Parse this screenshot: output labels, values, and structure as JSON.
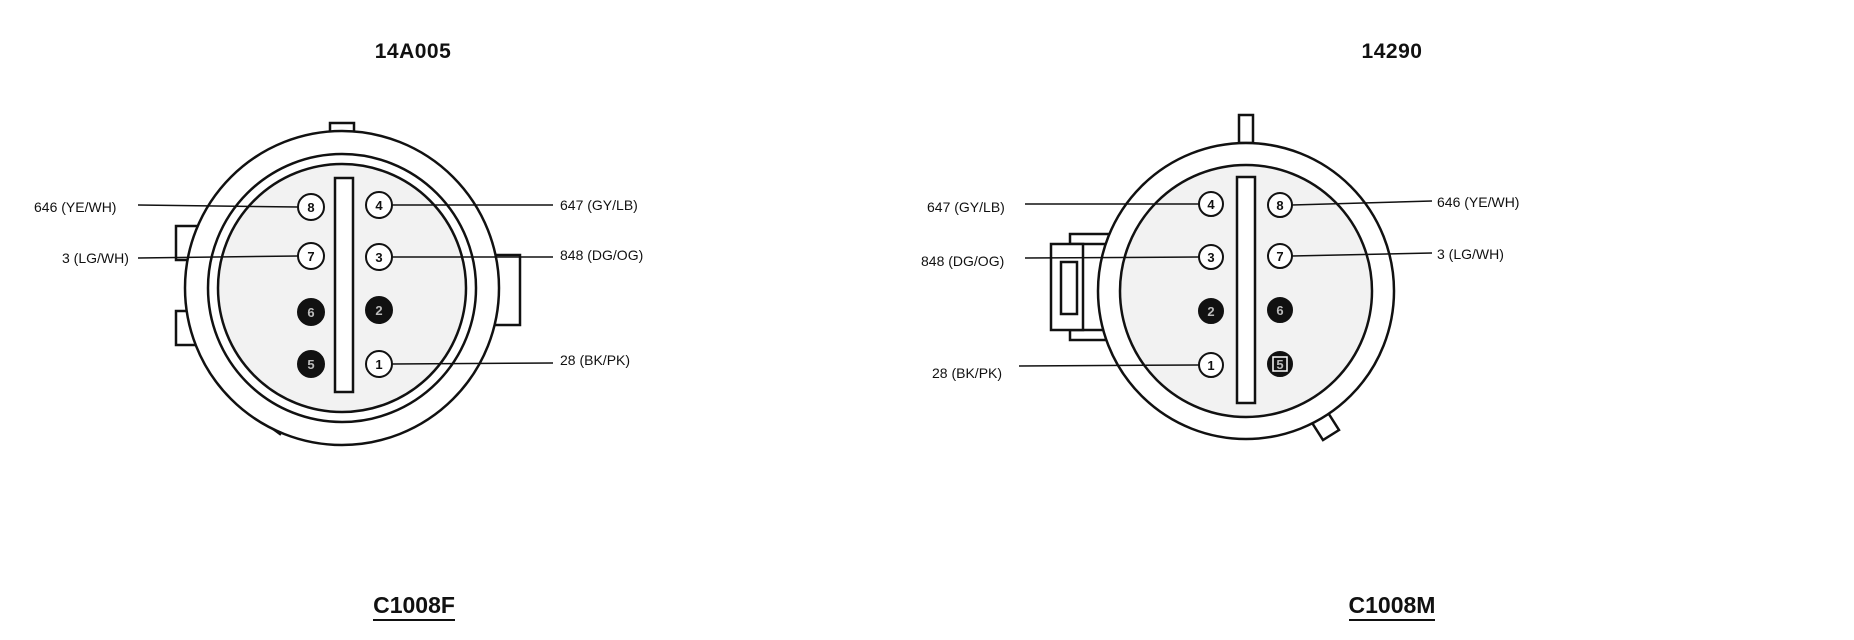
{
  "connectors": [
    {
      "part_number": "14A005",
      "connector_id": "C1008F",
      "pins": [
        {
          "n": "8",
          "filled": false
        },
        {
          "n": "7",
          "filled": false
        },
        {
          "n": "6",
          "filled": true
        },
        {
          "n": "5",
          "filled": true
        },
        {
          "n": "4",
          "filled": false
        },
        {
          "n": "3",
          "filled": false
        },
        {
          "n": "2",
          "filled": true
        },
        {
          "n": "1",
          "filled": false
        }
      ],
      "wire_labels": [
        {
          "pin": "8",
          "text": "646 (YE/WH)"
        },
        {
          "pin": "7",
          "text": "3 (LG/WH)"
        },
        {
          "pin": "4",
          "text": "647 (GY/LB)"
        },
        {
          "pin": "3",
          "text": "848 (DG/OG)"
        },
        {
          "pin": "1",
          "text": "28 (BK/PK)"
        }
      ]
    },
    {
      "part_number": "14290",
      "connector_id": "C1008M",
      "pins": [
        {
          "n": "4",
          "filled": false
        },
        {
          "n": "3",
          "filled": false
        },
        {
          "n": "2",
          "filled": true
        },
        {
          "n": "1",
          "filled": false
        },
        {
          "n": "8",
          "filled": false
        },
        {
          "n": "7",
          "filled": false
        },
        {
          "n": "6",
          "filled": true
        },
        {
          "n": "5",
          "filled": true,
          "square": true
        }
      ],
      "wire_labels": [
        {
          "pin": "4",
          "text": "647 (GY/LB)"
        },
        {
          "pin": "3",
          "text": "848 (DG/OG)"
        },
        {
          "pin": "1",
          "text": "28 (BK/PK)"
        },
        {
          "pin": "8",
          "text": "646 (YE/WH)"
        },
        {
          "pin": "7",
          "text": "3 (LG/WH)"
        }
      ]
    }
  ]
}
